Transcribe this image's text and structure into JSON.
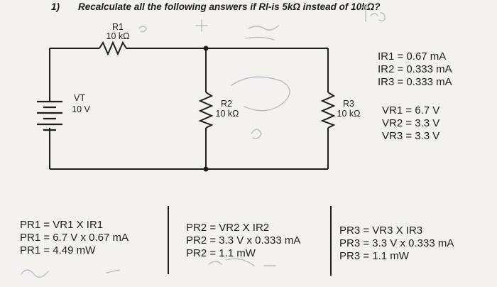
{
  "question": {
    "number": "1)",
    "text": "Recalculate all the following answers if Rl-is 5kΩ instead of 10kΩ?"
  },
  "circuit": {
    "source": {
      "name": "VT",
      "value": "10 V"
    },
    "r1": {
      "name": "R1",
      "value": "10 kΩ"
    },
    "r2": {
      "name": "R2",
      "value": "10 kΩ"
    },
    "r3": {
      "name": "R3",
      "value": "10 kΩ"
    }
  },
  "currents": [
    "IR1 = 0.67 mA",
    "IR2 = 0.333 mA",
    "IR3 = 0.333 mA"
  ],
  "voltages": [
    "VR1 = 6.7 V",
    "VR2 = 3.3 V",
    "VR3 = 3.3 V"
  ],
  "power": {
    "p1": [
      "PR1 = VR1 X IR1",
      "PR1 = 6.7 V x 0.67 mA",
      "PR1 = 4.49 mW"
    ],
    "p2": [
      "PR2 = VR2 X IR2",
      "PR2 = 3.3 V x 0.333 mA",
      "PR2 = 1.1 mW"
    ],
    "p3": [
      "PR3 = VR3 X IR3",
      "PR3 = 3.3 V x 0.333 mA",
      "PR3 = 1.1 mW"
    ]
  },
  "colors": {
    "ink": "#1d1d1f",
    "paper": "#f3f2ef",
    "pencil": "#b9bcc6"
  }
}
